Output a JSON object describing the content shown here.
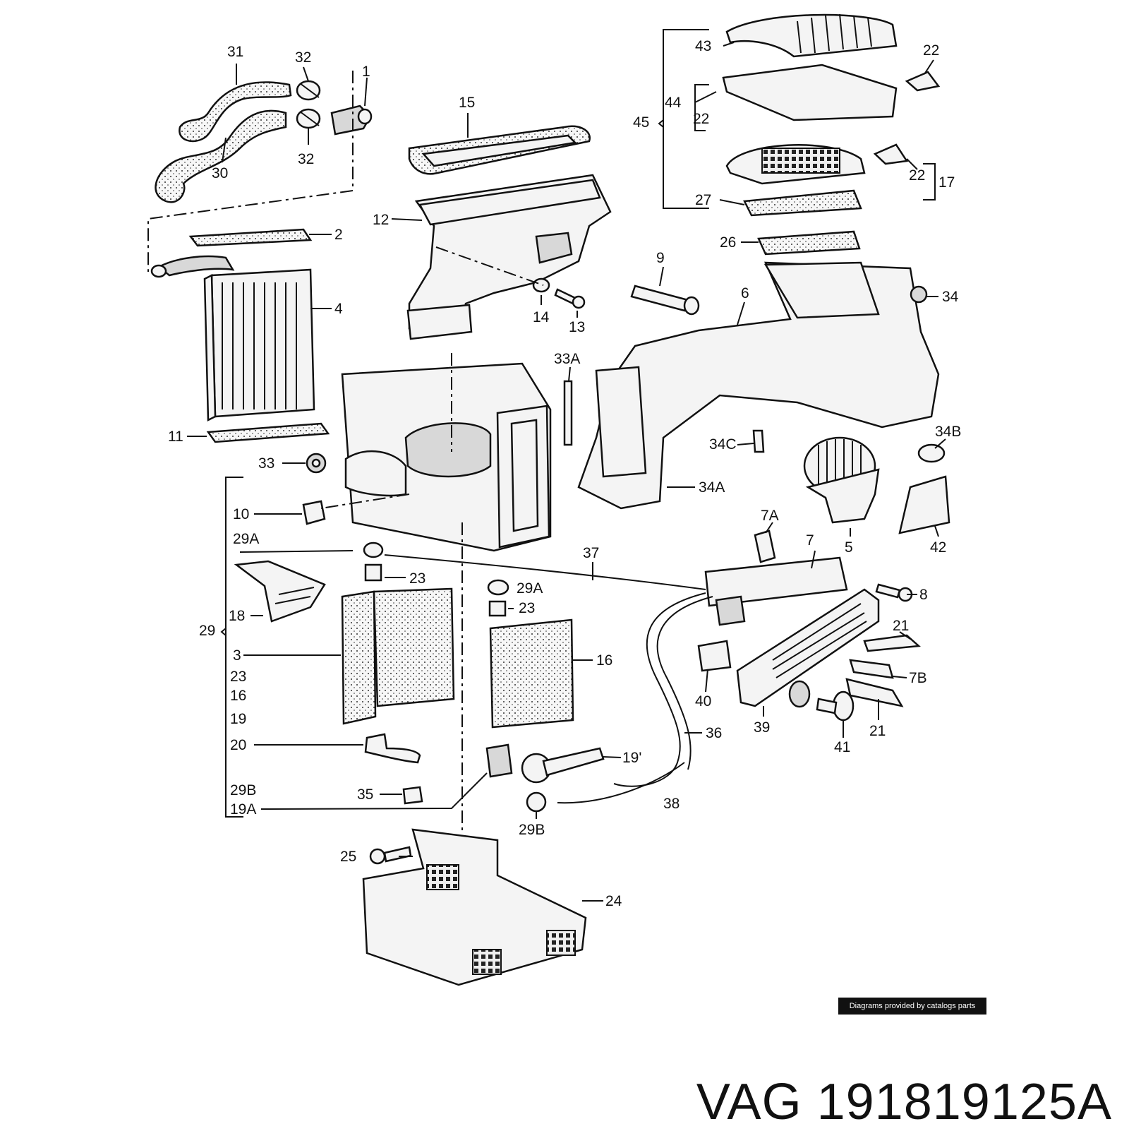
{
  "callouts": {
    "c31": "31",
    "c32a": "32",
    "c1": "1",
    "c30": "30",
    "c32b": "32",
    "c15": "15",
    "c12": "12",
    "c2": "2",
    "c4": "4",
    "c14": "14",
    "c13": "13",
    "c11": "11",
    "c33": "33",
    "c10": "10",
    "c29a_top": "29A",
    "c37": "37",
    "c23a": "23",
    "c29a_mid": "29A",
    "c23b": "23",
    "c18": "18",
    "c29": "29",
    "c3": "3",
    "c23c": "23",
    "c16a": "16",
    "c19": "19",
    "c20": "20",
    "c29b_left": "29B",
    "c19a": "19A",
    "c35": "35",
    "c29b_bottom": "29B",
    "c19prime": "19'",
    "c38": "38",
    "c16b": "16",
    "c36": "36",
    "c25": "25",
    "c24": "24",
    "c9": "9",
    "c6": "6",
    "c33a": "33A",
    "c34c": "34C",
    "c34a": "34A",
    "c34b": "34B",
    "c34": "34",
    "c26": "26",
    "c5": "5",
    "c42": "42",
    "c7a": "7A",
    "c7": "7",
    "c8": "8",
    "c21a": "21",
    "c7b": "7B",
    "c21b": "21",
    "c40": "40",
    "c39": "39",
    "c41": "41",
    "c43": "43",
    "c22a": "22",
    "c44": "44",
    "c22b": "22",
    "c45": "45",
    "c22c": "22",
    "c17": "17",
    "c27": "27"
  },
  "credit": "Diagrams provided by catalogs parts",
  "part_number": "VAG 191819125A"
}
